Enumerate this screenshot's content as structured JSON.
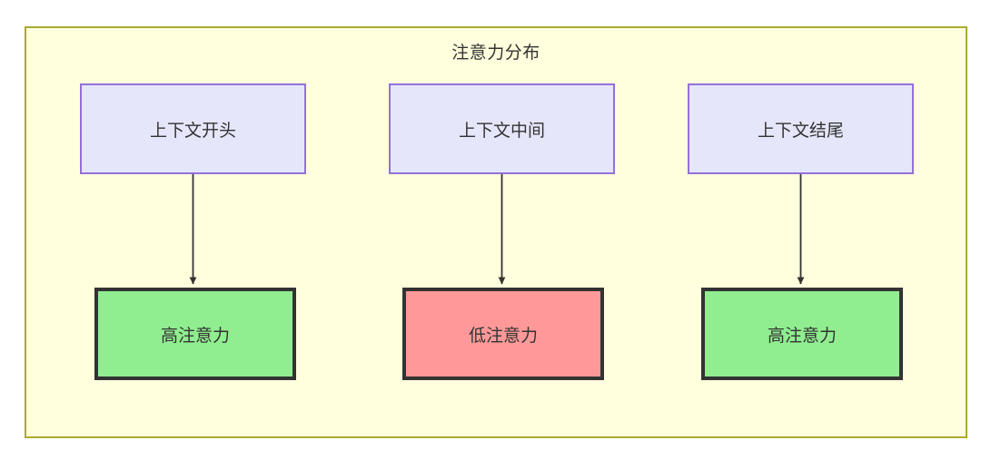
{
  "diagram": {
    "title": "注意力分布",
    "container": {
      "fill": "#ffffdd",
      "stroke": "#aaaa33"
    },
    "palette": {
      "context_fill": "#e6e6fa",
      "context_stroke": "#9370db",
      "high_attention_fill": "#90ee90",
      "low_attention_fill": "#ff9999",
      "node_stroke": "#333333",
      "edge_stroke": "#333333",
      "text": "#333333",
      "page_background": "#ffffff"
    },
    "nodes": {
      "top": [
        {
          "id": "context-start",
          "label": "上下文开头"
        },
        {
          "id": "context-middle",
          "label": "上下文中间"
        },
        {
          "id": "context-end",
          "label": "上下文结尾"
        }
      ],
      "bottom": [
        {
          "id": "attention-high-start",
          "label": "高注意力",
          "level": "high"
        },
        {
          "id": "attention-low-middle",
          "label": "低注意力",
          "level": "low"
        },
        {
          "id": "attention-high-end",
          "label": "高注意力",
          "level": "high"
        }
      ]
    },
    "edges": [
      {
        "from": "context-start",
        "to": "attention-high-start",
        "style": "arrow-down"
      },
      {
        "from": "context-middle",
        "to": "attention-low-middle",
        "style": "arrow-down"
      },
      {
        "from": "context-end",
        "to": "attention-high-end",
        "style": "arrow-down"
      }
    ]
  }
}
